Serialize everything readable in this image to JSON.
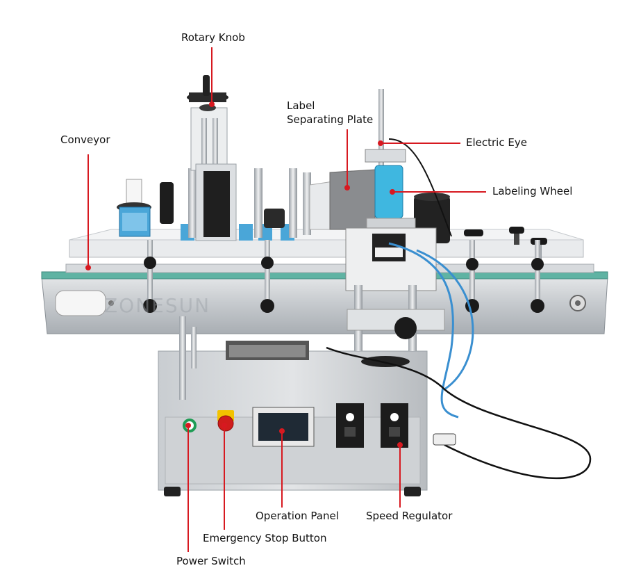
{
  "watermark": "ZONESUN",
  "callouts": {
    "rotary_knob": "Rotary Knob",
    "label_separating_plate": "Label\nSeparating Plate",
    "conveyor": "Conveyor",
    "electric_eye": "Electric Eye",
    "labeling_wheel": "Labeling Wheel",
    "operation_panel": "Operation Panel",
    "speed_regulator": "Speed Regulator",
    "emergency_stop_button": "Emergency Stop Button",
    "power_switch": "Power Switch"
  },
  "colors": {
    "callout_line": "#d71920",
    "steel": "#c9ccd0",
    "belt": "#5fb3a3",
    "cable": "#3a8fd0"
  }
}
